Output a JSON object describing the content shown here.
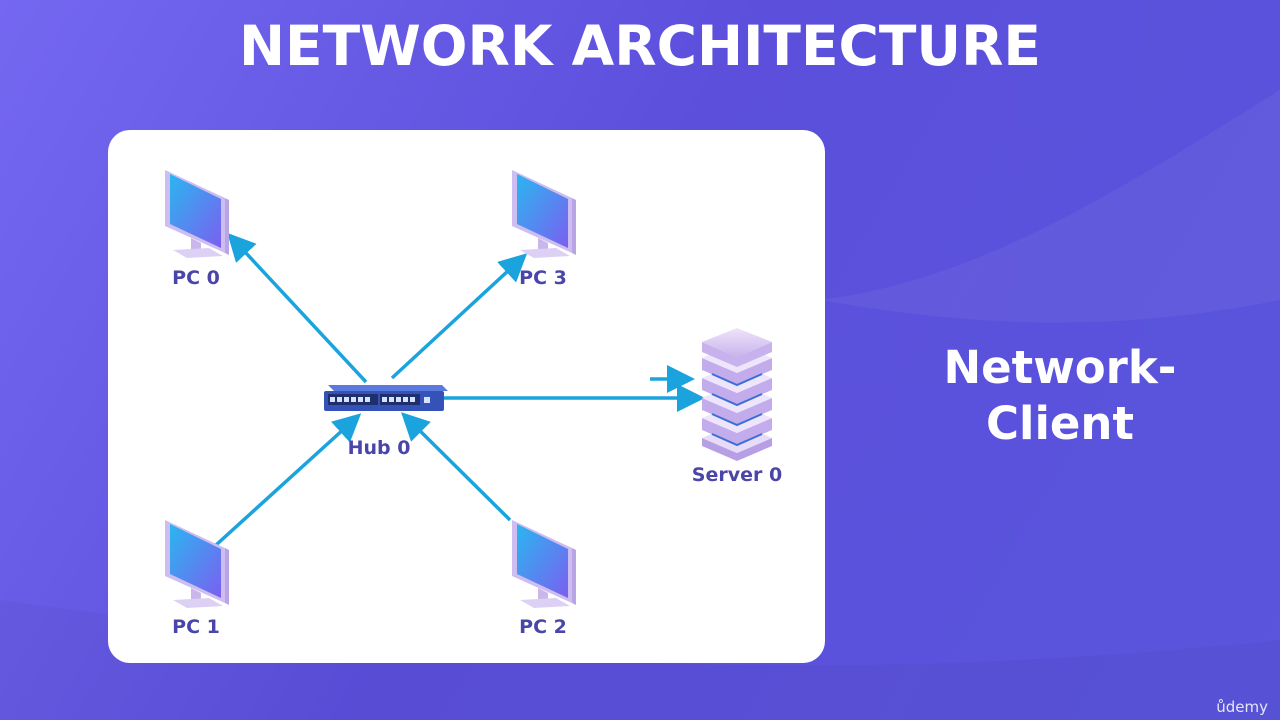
{
  "slide": {
    "title": "NETWORK ARCHITECTURE",
    "side_text_line1": "Network-",
    "side_text_line2": "Client",
    "brand": "ůdemy"
  },
  "diagram": {
    "nodes": {
      "pc0": "PC 0",
      "pc1": "PC 1",
      "pc2": "PC 2",
      "pc3": "PC 3",
      "hub0": "Hub 0",
      "server0": "Server 0"
    },
    "colors": {
      "link": "#1aa3dc",
      "label": "#4a45a8",
      "monitor_screen": "#5a8af0",
      "monitor_frame": "#c9b6ea",
      "server": "#d8c6f0",
      "hub": "#3f5fc4"
    }
  }
}
